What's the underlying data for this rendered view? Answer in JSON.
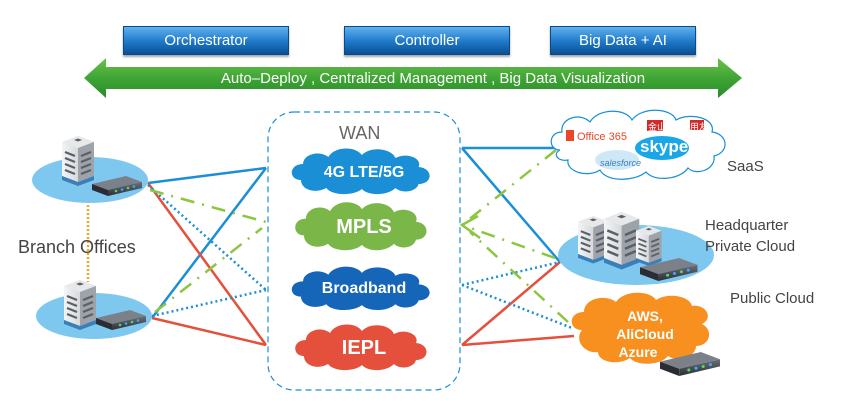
{
  "top_buttons": [
    {
      "label": "Orchestrator"
    },
    {
      "label": "Controller"
    },
    {
      "label": "Big Data + AI"
    }
  ],
  "arrow_banner": {
    "text": "Auto–Deploy , Centralized Management , Big Data Visualization",
    "color": "#3fa535"
  },
  "wan": {
    "title": "WAN",
    "links": [
      {
        "label": "4G LTE/5G",
        "color": "#1a8fd6"
      },
      {
        "label": "MPLS",
        "color": "#7ab648"
      },
      {
        "label": "Broadband",
        "color": "#1565b8"
      },
      {
        "label": "IEPL",
        "color": "#e5503c"
      }
    ]
  },
  "sites": {
    "branch_label": "Branch Offices",
    "saas_label": "SaaS",
    "saas_apps": [
      "Office 365",
      "salesforce",
      "skype",
      "金山",
      "用友"
    ],
    "hq_label_line1": "Headquarter",
    "hq_label_line2": "Private Cloud",
    "public_cloud_label": "Public Cloud",
    "public_cloud_providers_line1": "AWS,",
    "public_cloud_providers_line2": "AliCloud",
    "public_cloud_providers_line3": "Azure",
    "public_cloud_color": "#f7901e"
  },
  "colors": {
    "blue_line": "#1a8fd6",
    "red_line": "#e5503c",
    "green_dash": "#8cc63f",
    "site_disc": "#7ec8f0",
    "link_orange": "#f5a623"
  }
}
